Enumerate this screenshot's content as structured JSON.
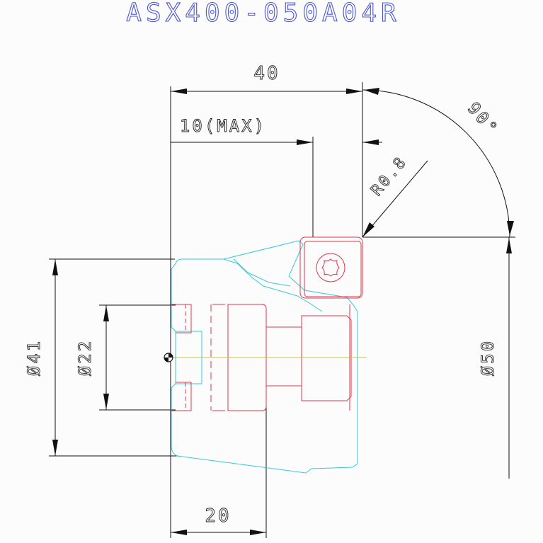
{
  "title": "ASX400-050A04R",
  "dimensions": {
    "length_total": "40",
    "depth_max": "10(MAX)",
    "angle": "90°",
    "corner_radius": "R0.8",
    "dia_41": "Ø41",
    "dia_22": "Ø22",
    "dia_50": "Ø50",
    "width_20": "20"
  },
  "colors": {
    "title": "#4a55d6",
    "dimension_lines": "#111111",
    "body_outline": "#35c9d8",
    "insert_and_bore": "#e0364a",
    "centerline": "#c9c23a"
  }
}
